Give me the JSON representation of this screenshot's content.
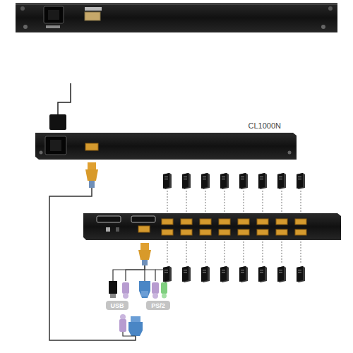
{
  "diagram": {
    "nodes": [
      {
        "text": [
          "CL1000N"
        ]
      },
      {
        "text": [
          "USB"
        ]
      },
      {
        "text": [
          "PS/2"
        ]
      }
    ]
  }
}
